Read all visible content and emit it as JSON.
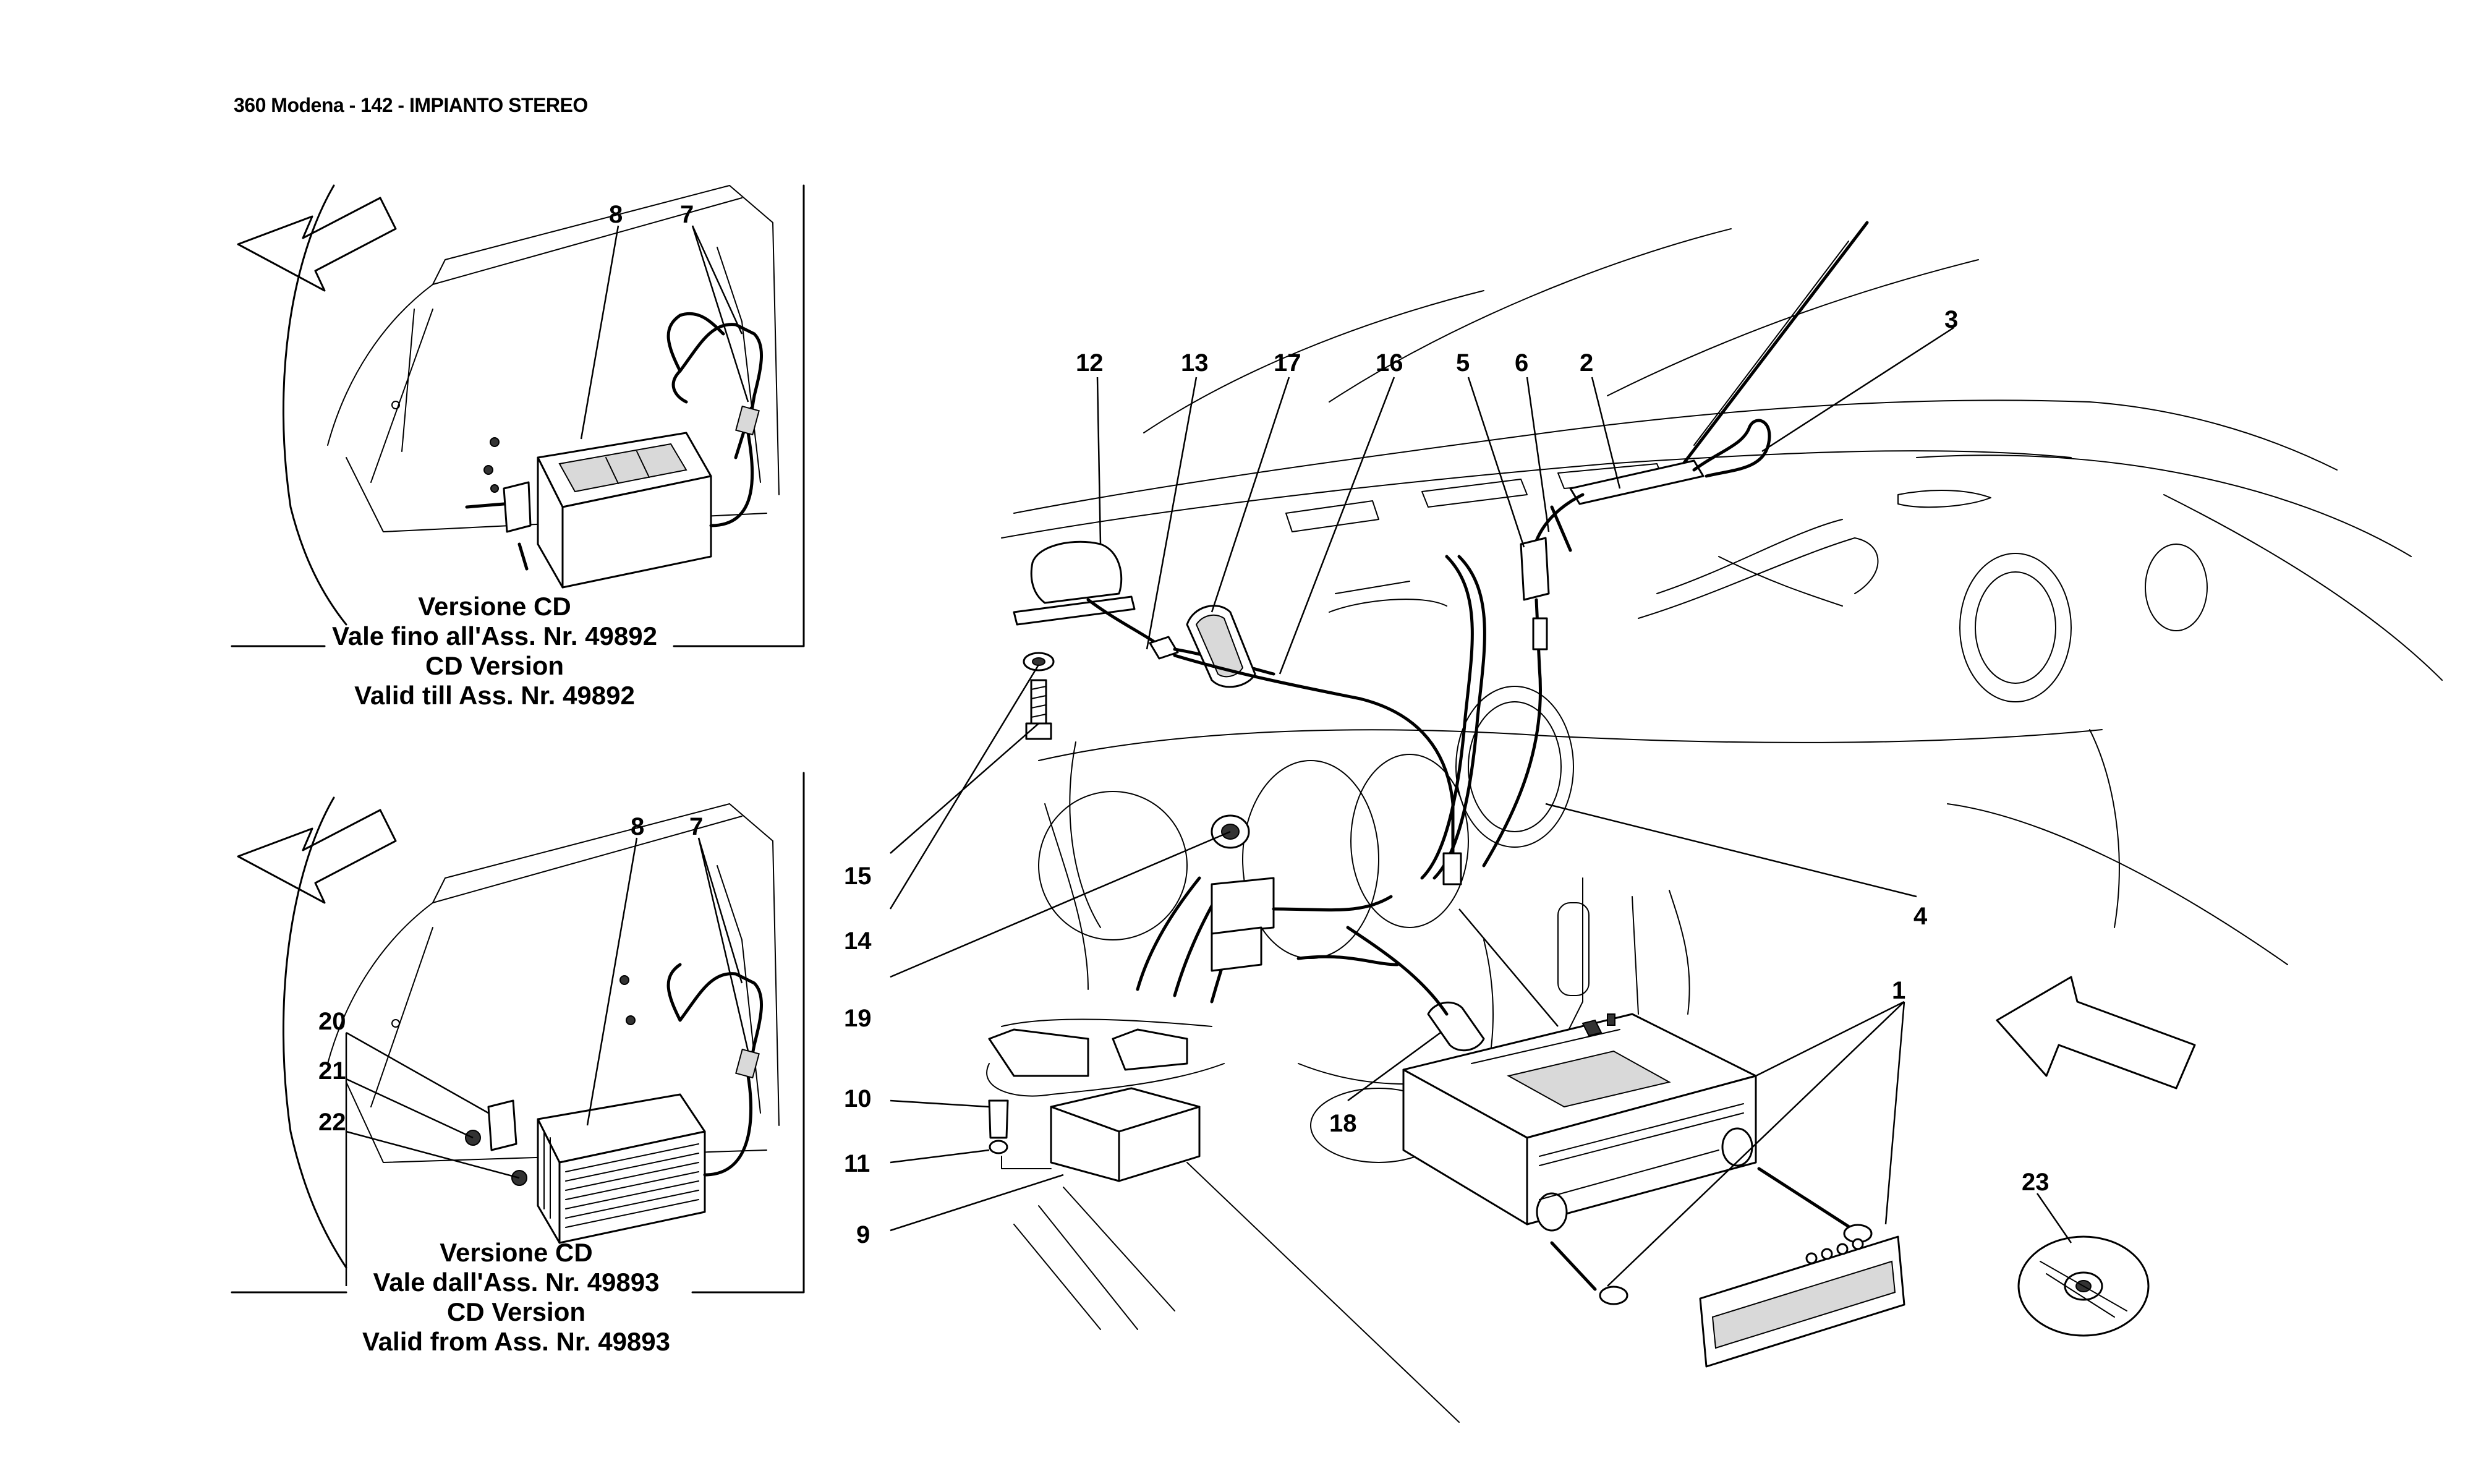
{
  "header": {
    "title": "360 Modena - 142 - IMPIANTO STEREO"
  },
  "inset_top": {
    "caption_lines": [
      "Versione CD",
      "Vale fino all'Ass. Nr. 49892",
      "CD Version",
      "Valid till Ass. Nr. 49892"
    ],
    "callouts": [
      "8",
      "7"
    ]
  },
  "inset_bottom": {
    "caption_lines": [
      "Versione CD",
      "Vale dall'Ass. Nr. 49893",
      "CD Version",
      "Valid from Ass. Nr. 49893"
    ],
    "callouts": [
      "8",
      "7",
      "20",
      "21",
      "22"
    ]
  },
  "main": {
    "callouts": [
      "12",
      "13",
      "17",
      "16",
      "5",
      "6",
      "2",
      "3",
      "15",
      "14",
      "19",
      "4",
      "1",
      "10",
      "11",
      "9",
      "18",
      "23"
    ]
  },
  "icons": [
    "direction-arrow-icon",
    "cd-disc-icon"
  ]
}
